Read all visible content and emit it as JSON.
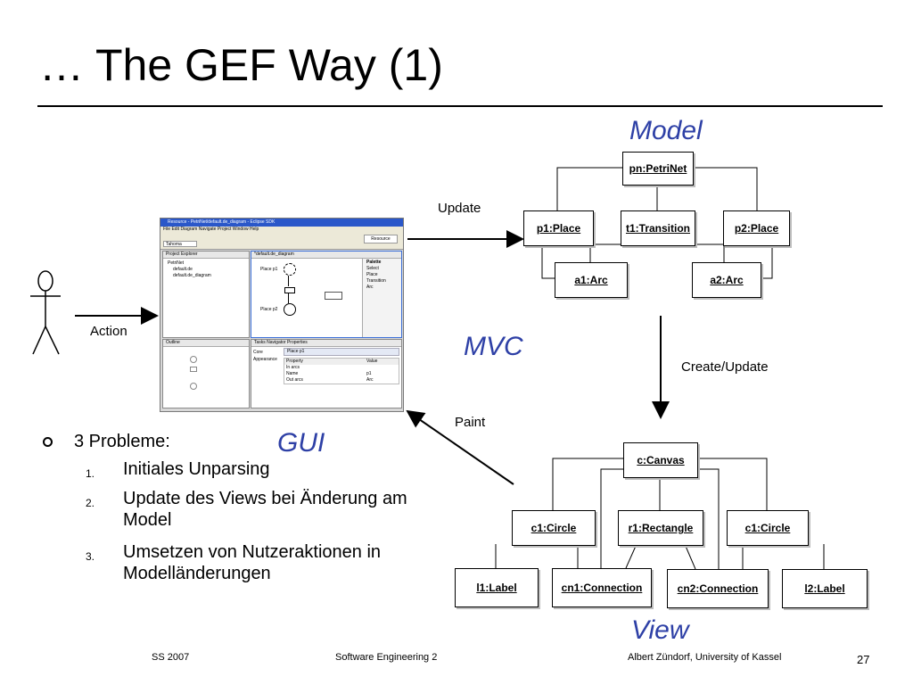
{
  "slide": {
    "title": "… The GEF Way (1)",
    "labels": {
      "model": "Model",
      "mvc": "MVC",
      "gui": "GUI",
      "view": "View",
      "update": "Update",
      "action": "Action",
      "create_update": "Create/Update",
      "paint": "Paint"
    },
    "model_objects": {
      "petrinet": "pn:PetriNet",
      "p1": "p1:Place",
      "t1": "t1:Transition",
      "p2": "p2:Place",
      "a1": "a1:Arc",
      "a2": "a2:Arc"
    },
    "view_objects": {
      "canvas": "c:Canvas",
      "c1_left": "c1:Circle",
      "r1": "r1:Rectangle",
      "c1_right": "c1:Circle",
      "l1": "l1:Label",
      "cn1": "cn1:Connection",
      "cn2": "cn2:Connection",
      "l2": "l2:Label"
    },
    "bullets": {
      "main": "3 Probleme:",
      "items": [
        {
          "num": "1.",
          "text": "Initiales Unparsing"
        },
        {
          "num": "2.",
          "text": "Update des Views bei Änderung am Model"
        },
        {
          "num": "3.",
          "text": "Umsetzen von Nutzeraktionen in Modelländerungen"
        }
      ]
    },
    "screenshot": {
      "window_title": "Resource - PetriNet/default.de_diagram - Eclipse SDK",
      "menu": "File  Edit  Diagram  Navigate  Project  Window  Help",
      "project_explorer": "Project Explorer",
      "tree": [
        "PetriNet",
        "default.de",
        "default.de_diagram"
      ],
      "editor_tab": "*default.de_diagram",
      "palette_title": "Palette",
      "palette_items": [
        "Select",
        "Place",
        "Transition",
        "Arc"
      ],
      "place_p1": "Place p1",
      "place_p2": "Place p2",
      "outline": "Outline",
      "bottom_tabs": "Tasks  Navigator  Properties",
      "properties_title": "Place p1",
      "prop_core": "Core",
      "prop_appearance": "Appearance",
      "prop_header": [
        "Property",
        "Value"
      ],
      "prop_rows": [
        [
          "In arcs",
          ""
        ],
        [
          "Name",
          "p1"
        ],
        [
          "Out arcs",
          "Arc"
        ]
      ],
      "resource_btn": "Resource",
      "font_box": "Tahoma"
    },
    "footer": {
      "semester": "SS 2007",
      "course": "Software Engineering 2",
      "author": "Albert Zündorf, University of Kassel",
      "page": "27"
    },
    "colors": {
      "accent_blue": "#2e40a6"
    }
  }
}
